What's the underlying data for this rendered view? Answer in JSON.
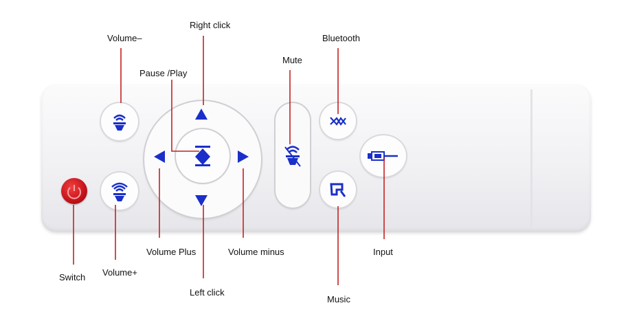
{
  "colors": {
    "icon_blue": "#1a2fc9",
    "leader_red": "#c42021",
    "power_red": "#d01820"
  },
  "labels": {
    "right_click": "Right click",
    "volume_minus_top": "Volume–",
    "pause_play": "Pause /Play",
    "mute": "Mute",
    "bluetooth": "Bluetooth",
    "volume_plus": "Volume Plus",
    "volume_minus": "Volume minus",
    "input": "Input",
    "switch": "Switch",
    "volume_plus_bottom": "Volume+",
    "left_click": "Left click",
    "music": "Music"
  },
  "icons": {
    "volume_up_top": "wifi-speaker-icon",
    "volume_up_bottom": "wifi-speaker-icon",
    "up": "triangle-up-icon",
    "down": "triangle-down-icon",
    "left": "triangle-left-icon",
    "right": "triangle-right-icon",
    "center": "play-pause-icon",
    "mute": "mute-icon",
    "bluetooth": "bluetooth-icon",
    "music": "music-icon",
    "input": "usb-plug-icon",
    "power": "power-icon"
  }
}
